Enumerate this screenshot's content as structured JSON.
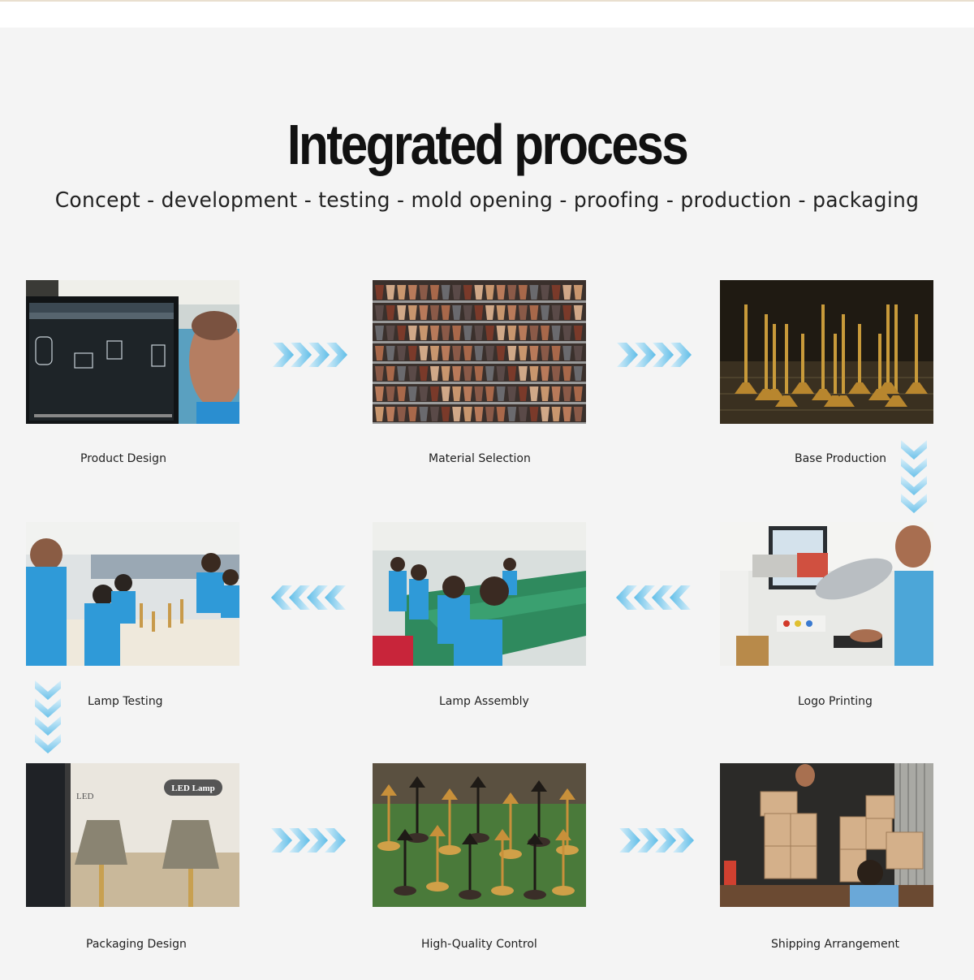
{
  "header": {
    "title": "Integrated process",
    "subtitle": "Concept - development - testing - mold opening - proofing - production - packaging"
  },
  "steps": [
    {
      "label": "Product Design",
      "icon": "cad-workstation-icon"
    },
    {
      "label": "Material Selection",
      "icon": "lampshade-shelves-icon"
    },
    {
      "label": "Base Production",
      "icon": "metal-bases-icon"
    },
    {
      "label": "Logo Printing",
      "icon": "laser-printer-icon"
    },
    {
      "label": "Lamp Assembly",
      "icon": "assembly-line-icon"
    },
    {
      "label": "Lamp Testing",
      "icon": "testing-workers-icon"
    },
    {
      "label": "Packaging Design",
      "icon": "led-lamp-box-icon"
    },
    {
      "label": "High-Quality Control",
      "icon": "lamp-inspection-icon"
    },
    {
      "label": "Shipping Arrangement",
      "icon": "shipping-boxes-icon"
    }
  ],
  "box_text": {
    "brand": "LED Lamp",
    "led": "LED"
  },
  "colors": {
    "arrow": "#7cc8ec",
    "arrow_light": "#d3edf8",
    "background": "#f4f4f4",
    "title": "#111111"
  }
}
